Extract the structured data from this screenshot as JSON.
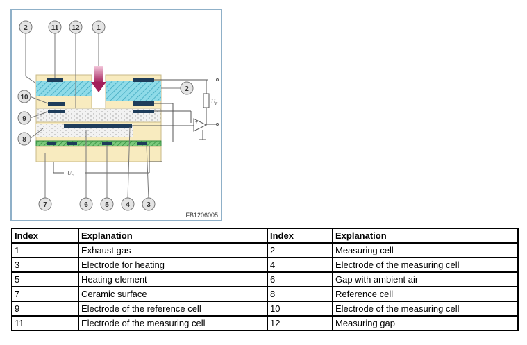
{
  "diagram": {
    "figure_code": "FB1206005",
    "callouts": [
      "2",
      "11",
      "12",
      "1",
      "2",
      "10",
      "9",
      "8",
      "7",
      "6",
      "5",
      "4",
      "3"
    ],
    "labels": {
      "up": "U_P",
      "uh": "U_H"
    },
    "colors": {
      "ceramic": "#f8ebbf",
      "hatch": "#7fd6e6",
      "electrode": "#1e3c5a",
      "heater": "#3ea84a",
      "arrow": "#a3205a",
      "callout_fill": "#e4e4e4"
    }
  },
  "table": {
    "headers": [
      "Index",
      "Explanation",
      "Index",
      "Explanation"
    ],
    "rows": [
      [
        "1",
        "Exhaust gas",
        "2",
        "Measuring cell"
      ],
      [
        "3",
        "Electrode for heating",
        "4",
        "Electrode of the measuring cell"
      ],
      [
        "5",
        "Heating element",
        "6",
        "Gap with ambient air"
      ],
      [
        "7",
        "Ceramic surface",
        "8",
        "Reference cell"
      ],
      [
        "9",
        "Electrode of the reference cell",
        "10",
        "Electrode of the measuring cell"
      ],
      [
        "11",
        "Electrode of the measuring cell",
        "12",
        "Measuring gap"
      ]
    ]
  }
}
